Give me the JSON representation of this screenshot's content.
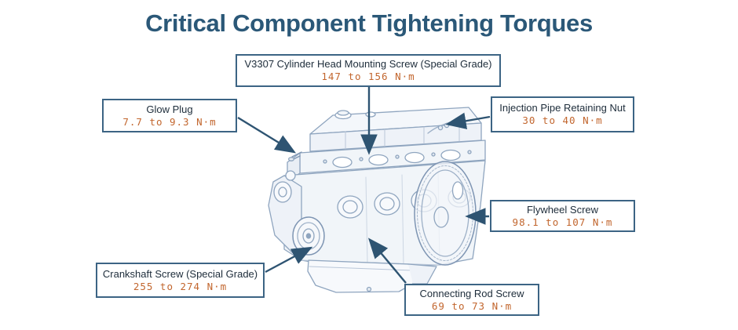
{
  "title": "Critical Component Tightening Torques",
  "callouts": [
    {
      "id": "cylinder-head-screw",
      "label": "V3307 Cylinder Head Mounting Screw (Special Grade)",
      "value": "147 to 156 N·m"
    },
    {
      "id": "glow-plug",
      "label": "Glow Plug",
      "value": "7.7 to 9.3 N·m"
    },
    {
      "id": "injection-pipe-nut",
      "label": "Injection Pipe Retaining Nut",
      "value": "30 to 40 N·m"
    },
    {
      "id": "flywheel-screw",
      "label": "Flywheel Screw",
      "value": "98.1 to 107 N·m"
    },
    {
      "id": "crankshaft-screw",
      "label": "Crankshaft Screw (Special Grade)",
      "value": "255 to 274 N·m"
    },
    {
      "id": "connecting-rod-screw",
      "label": "Connecting Rod Screw",
      "value": "69 to 73 N·m"
    }
  ],
  "icons": {
    "engine_illustration": "wireframe-engine-icon",
    "arrow": "leader-arrow-icon"
  },
  "colors": {
    "title": "#2b5878",
    "box_border": "#3c6484",
    "label_text": "#1d2c3a",
    "value_text": "#c2662e",
    "arrow": "#2e5472",
    "engine_line": "#8fa5bf",
    "background": "#ffffff"
  }
}
